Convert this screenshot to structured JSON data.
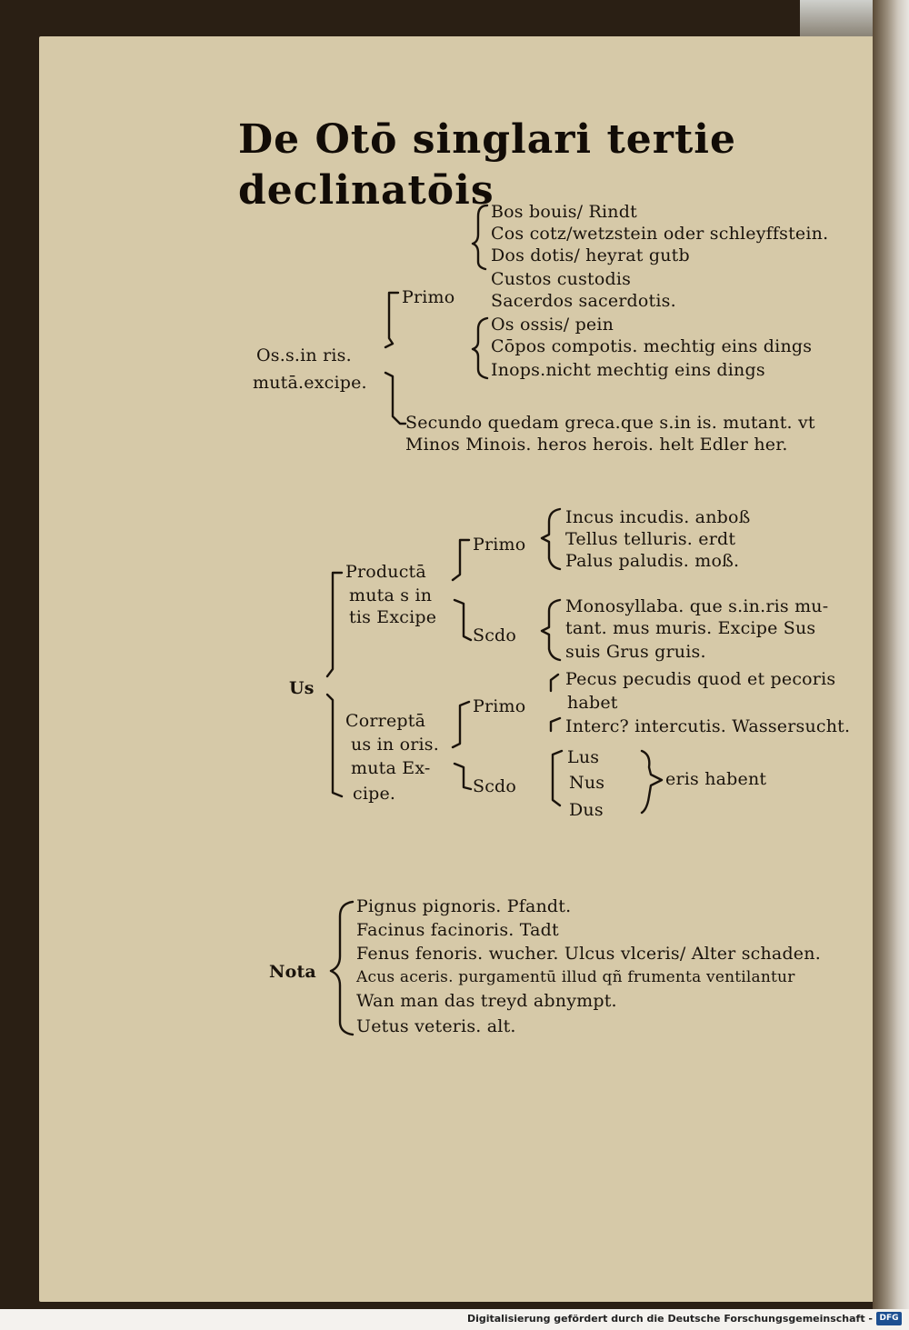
{
  "title": "De Otō singlari tertie declinatōis",
  "section1": {
    "rule_line1": "Os.s.in ris.",
    "rule_line2": "mutā.excipe.",
    "primo": "Primo",
    "group_a": [
      "Bos bouis/ Rindt",
      "Cos cotz/wetzstein oder schleyffstein.",
      "Dos dotis/ heyrat gutb"
    ],
    "middle": [
      "Custos custodis",
      "Sacerdos sacerdotis."
    ],
    "group_b": [
      "Os ossis/ pein",
      "Cōpos compotis. mechtig eins dings",
      "Inops.nicht mechtig eins dings"
    ],
    "secundo_line1": "Secundo quedam greca.que s.in is. mutant. vt",
    "secundo_line2": "Minos Minois. heros herois. helt Edler her."
  },
  "section2": {
    "root": "Us",
    "producta": [
      "Productā",
      "muta s in",
      "tis Excipe"
    ],
    "correpta": [
      "Correptā",
      "us in oris.",
      "muta Ex-",
      "cipe."
    ],
    "primo1": "Primo",
    "scdo1": "Scdo",
    "primo2": "Primo",
    "scdo2": "Scdo",
    "producta_primo": [
      "Incus incudis. anboß",
      "Tellus telluris. erdt",
      "Palus paludis. moß."
    ],
    "producta_scdo": [
      "Monosyllaba. que s.in.ris mu-",
      "tant. mus muris. Excipe Sus",
      "suis Grus gruis."
    ],
    "correpta_primo": [
      "Pecus pecudis quod et pecoris",
      "habet",
      "Interc? intercutis. Wassersucht."
    ],
    "correpta_scdo_words": [
      "Lus",
      "Nus",
      "Dus"
    ],
    "correpta_scdo_note": "eris habent"
  },
  "section3": {
    "label": "Nota",
    "lines": [
      "Pignus pignoris. Pfandt.",
      "Facinus facinoris. Tadt",
      "Fenus fenoris. wucher. Ulcus vlceris/ Alter schaden.",
      "Acus aceris. purgamentū illud qñ frumenta ventilantur",
      "Wan man das treyd abnympt.",
      "Uetus veteris. alt."
    ]
  },
  "footer": {
    "credit": "Digitalisierung gefördert durch die Deutsche Forschungsgemeinschaft -",
    "logo": "DFG"
  }
}
